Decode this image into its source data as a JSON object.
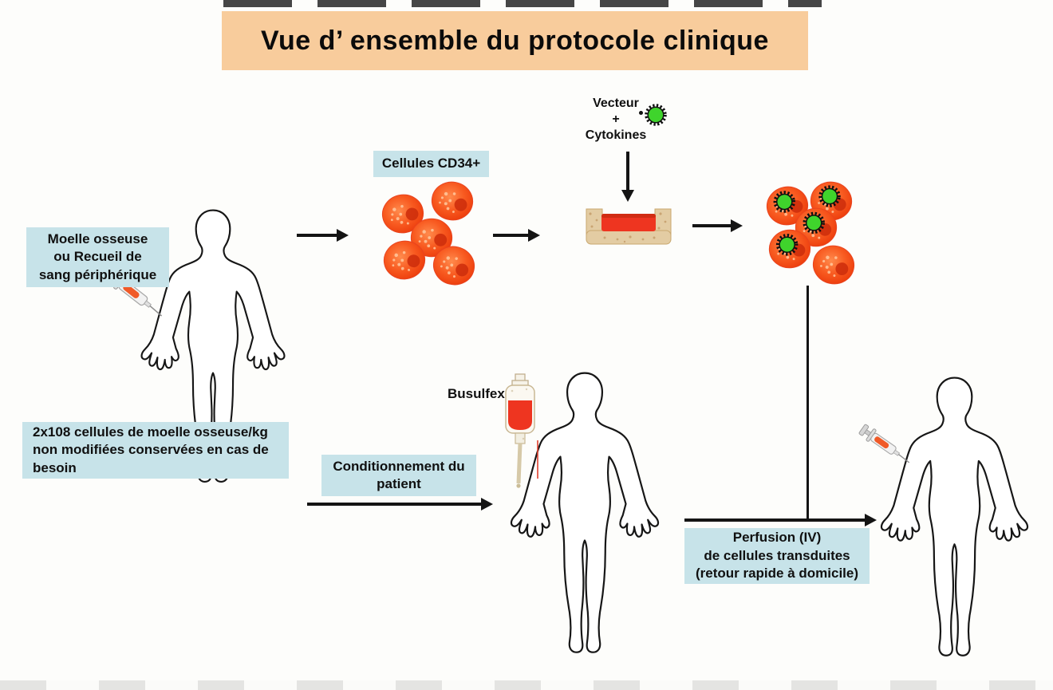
{
  "title": "Vue d’ ensemble du protocole clinique",
  "boxes": {
    "moelle": {
      "lines": [
        "Moelle osseuse",
        "ou Recueil de",
        "sang périphérique"
      ]
    },
    "reserve": {
      "lines": [
        "2x108 cellules de moelle osseuse/kg",
        "non modifiées conservées en cas de",
        "besoin"
      ]
    },
    "cd34": {
      "label": "Cellules CD34+"
    },
    "conditionnement": {
      "lines": [
        "Conditionnement du",
        "patient"
      ]
    },
    "perfusion": {
      "lines": [
        "Perfusion (IV)",
        "de cellules transduites",
        "(retour rapide à domicile)"
      ]
    }
  },
  "labels": {
    "vecteur": {
      "lines": [
        "Vecteur",
        "+",
        "Cytokines"
      ]
    },
    "busulfex": "Busulfex"
  },
  "icons": {
    "virus": "green-spiky-viral-vector",
    "syringe": "syringe-with-red-sample",
    "iv_bag": "iv-infusion-bag-with-red-liquid",
    "dish": "culture-dish-with-red-medium",
    "cd34_cells": "cluster-of-five-orange-cd34-cells",
    "transduced_cells": "cluster-of-orange-cells-with-green-virus-cores",
    "patient": "human-body-outline"
  },
  "colors": {
    "banner_bg": "#F8CC9C",
    "box_bg": "#C7E3E9",
    "cell_orange": "#F0481A",
    "virus_green": "#3FD42C",
    "liquid_red": "#EE3520",
    "dish_tan": "#E3CCA3",
    "arrow": "#141414"
  }
}
